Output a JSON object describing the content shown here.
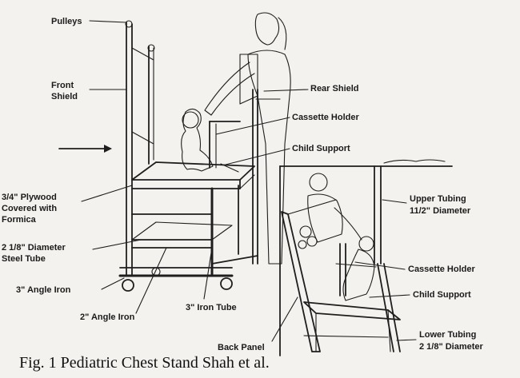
{
  "labels": {
    "pulleys": "Pulleys",
    "front_shield_1": "Front",
    "front_shield_2": "Shield",
    "plywood_1": "3/4\" Plywood",
    "plywood_2": "Covered with",
    "plywood_3": "Formica",
    "steel_tube_1": "2 1/8\" Diameter",
    "steel_tube_2": "Steel Tube",
    "angle_iron_3": "3\" Angle Iron",
    "angle_iron_2": "2\" Angle Iron",
    "iron_tube_3": "3\" Iron Tube",
    "back_panel": "Back Panel",
    "rear_shield": "Rear Shield",
    "cassette_holder_top": "Cassette Holder",
    "child_support_top": "Child Support",
    "upper_tubing_1": "Upper Tubing",
    "upper_tubing_2": "11/2\" Diameter",
    "cassette_holder_bottom": "Cassette Holder",
    "child_support_bottom": "Child Support",
    "lower_tubing_1": "Lower Tubing",
    "lower_tubing_2": "2 1/8\" Diameter"
  },
  "caption": "Fig. 1   Pediatric Chest Stand Shah et al."
}
